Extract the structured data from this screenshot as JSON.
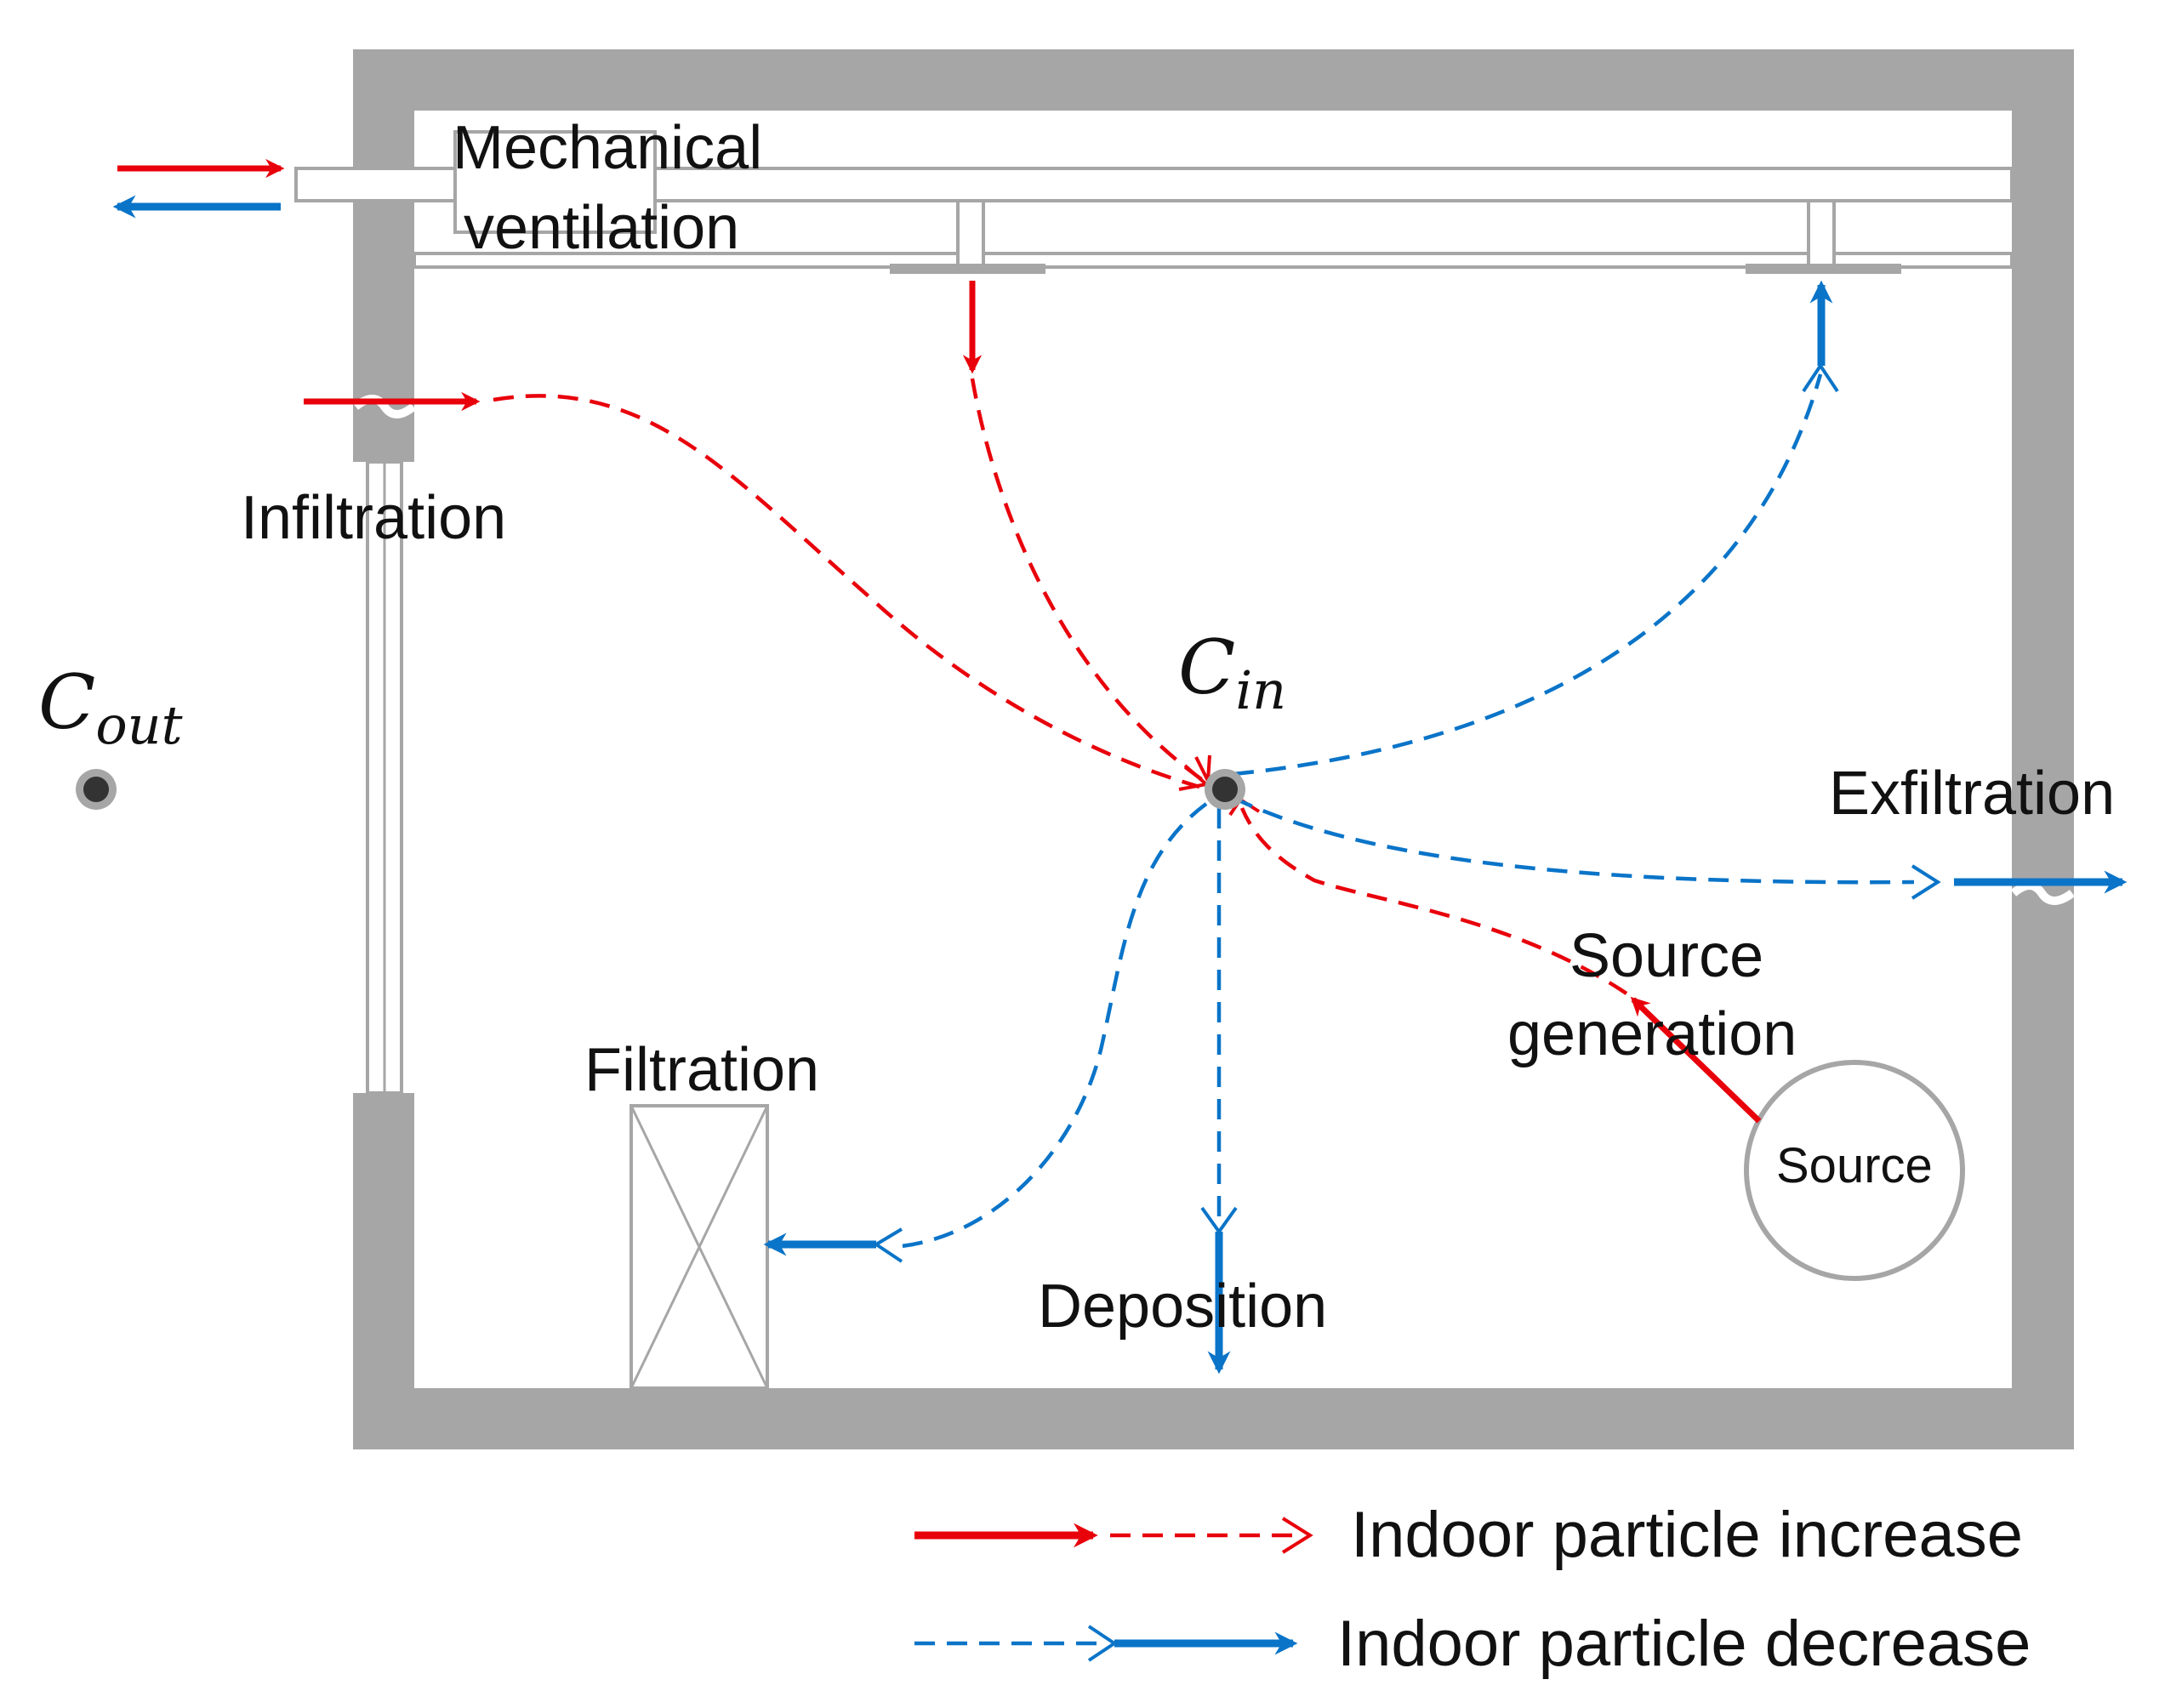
{
  "labels": {
    "mechanical_line1": "Mechanical",
    "mechanical_line2": "ventilation",
    "infiltration": "Infiltration",
    "exfiltration": "Exfiltration",
    "filtration": "Filtration",
    "deposition": "Deposition",
    "source_generation_line1": "Source",
    "source_generation_line2": "generation",
    "source": "Source"
  },
  "concentrations": {
    "outdoor": {
      "base": "C",
      "subscript": "out"
    },
    "indoor": {
      "base": "C",
      "subscript": "in"
    }
  },
  "legend": {
    "increase": "Indoor particle increase",
    "decrease": "Indoor particle decrease"
  },
  "colors": {
    "increase": "#e8000b",
    "decrease": "#0a74c8",
    "wall": "#a6a6a6"
  }
}
